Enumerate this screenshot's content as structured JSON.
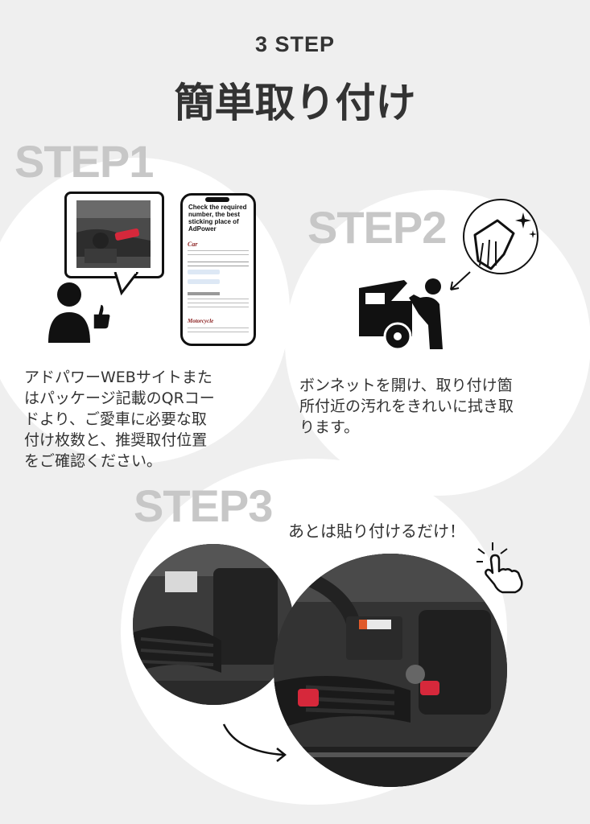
{
  "header": {
    "subtitle": "3 STEP",
    "title": "簡単取り付け"
  },
  "step1": {
    "label": "STEP1",
    "phone": {
      "heading": "Check the required number, the best sticking place of AdPower",
      "car": "Car",
      "motorcycle": "Motorcycle"
    },
    "description_lines": [
      "アドパワーWEBサイトまた",
      "はパッケージ記載のQRコー",
      "ドより、ご愛車に必要な取",
      "付け枚数と、推奨取付位置",
      "をご確認ください。"
    ]
  },
  "step2": {
    "label": "STEP2",
    "description_lines": [
      "ボンネットを開け、取り付け箇",
      "所付近の汚れをきれいに拭き取",
      "ります。"
    ]
  },
  "step3": {
    "label": "STEP3",
    "description": "あとは貼り付けるだけ！"
  },
  "icons": {
    "person": "person-icon",
    "thumbs_up": "thumbs-up-icon",
    "car_service": "car-service-icon",
    "cleaning_cloth": "cleaning-cloth-icon",
    "tap_hand": "tap-hand-icon",
    "arrow": "curved-arrow-icon"
  },
  "colors": {
    "background": "#efefef",
    "circle": "#ffffff",
    "step_label": "#c7c7c7",
    "text": "#333333",
    "accent_red": "#d6283b"
  }
}
